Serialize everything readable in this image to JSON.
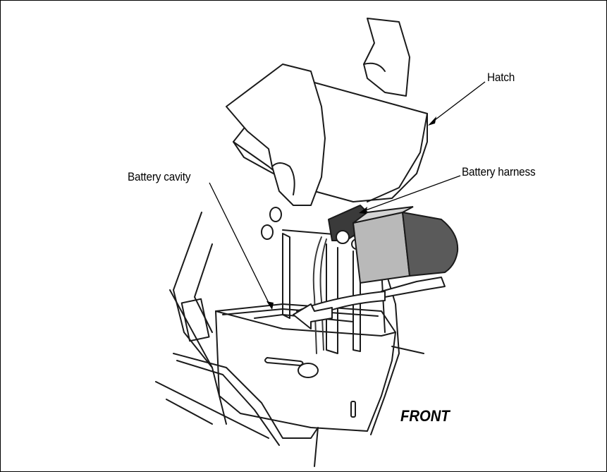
{
  "labels": {
    "hatch": "Hatch",
    "battery_harness": "Battery harness",
    "battery_cavity": "Battery cavity",
    "front": "FRONT"
  },
  "colors": {
    "line": "#1a1a1a",
    "battery_light": "#b9b9b9",
    "battery_dark": "#5a5a5a",
    "harness": "#3a3a3a",
    "fill": "#ffffff"
  }
}
